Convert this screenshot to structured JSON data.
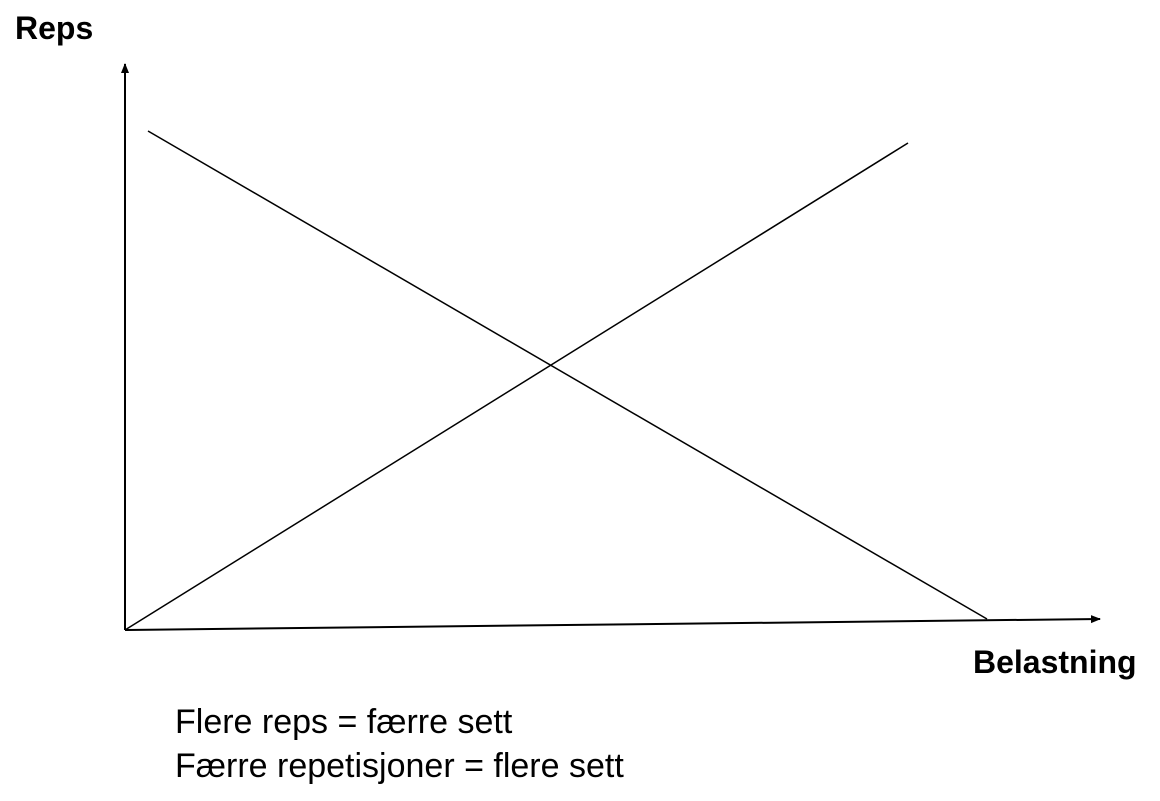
{
  "diagram": {
    "y_axis_label": "Reps",
    "x_axis_label": "Belastning",
    "caption_lines": [
      "Flere reps = færre sett",
      "Færre repetisjoner = flere sett"
    ]
  }
}
